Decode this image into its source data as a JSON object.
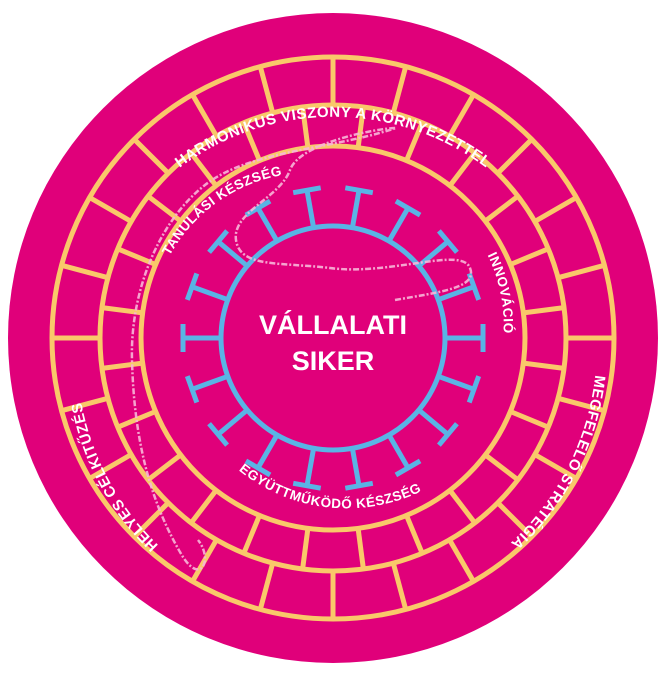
{
  "center": {
    "line1": "VÁLLALATI",
    "line2": "SIKER"
  },
  "outer_labels": {
    "top": "HARMONIKUS VISZONY A KÖRNYEZETTEL",
    "left": "HELYES CÉLKITŰZÉS",
    "right": "MEGFELELŐ STRATÉGIA"
  },
  "inner_labels": {
    "top_left": "TANULÁSI KÉSZSÉG",
    "right": "INNOVÁCIÓ",
    "bottom": "EGYÜTTMŰKÖDŐ KÉSZSÉG"
  },
  "colors": {
    "background": "#e0007a",
    "outer_rings": "#f9c86a",
    "inner_ring": "#5ab4e5",
    "thread": "#f7b6d8",
    "text": "#ffffff"
  }
}
